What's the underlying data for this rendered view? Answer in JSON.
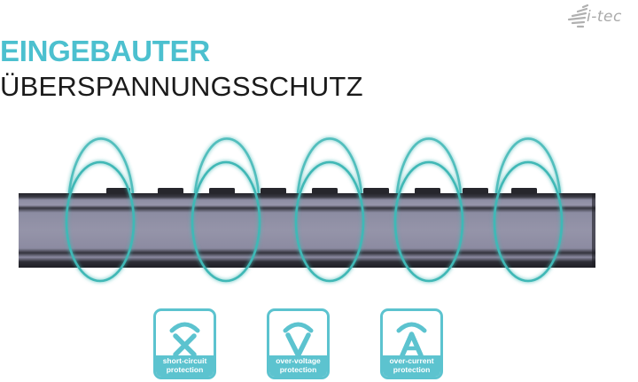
{
  "logo": {
    "text": "i-tec",
    "icon": "speed-lines-icon"
  },
  "header": {
    "title": "EINGEBAUTER",
    "subtitle": "ÜBERSPANNUNGSSCHUTZ"
  },
  "colors": {
    "accent": "#4cc0cf",
    "badge": "#5cc3cf",
    "ring": "#3fb8b6",
    "bar_body": "#8b8ba0",
    "bar_dark": "#2a2a30",
    "text_dark": "#1a1a1a",
    "logo_gray": "#a9a9a9"
  },
  "product": {
    "name": "docking-station-bar",
    "ring_count": 5,
    "port_count": 9
  },
  "badges": [
    {
      "icon": "short-circuit-icon",
      "glyph": "X",
      "line1": "short-circuit",
      "line2": "protection"
    },
    {
      "icon": "over-voltage-icon",
      "glyph": "V",
      "line1": "over-voltage",
      "line2": "protection"
    },
    {
      "icon": "over-current-icon",
      "glyph": "A",
      "line1": "over-current",
      "line2": "protection"
    }
  ]
}
